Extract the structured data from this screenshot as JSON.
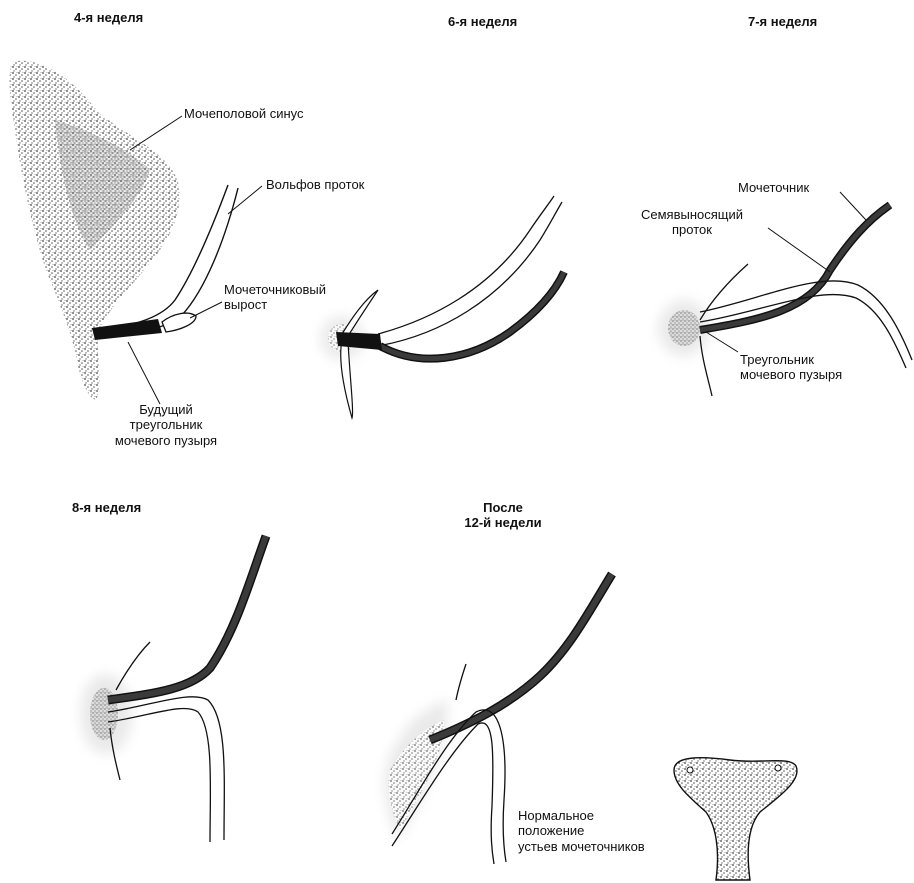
{
  "panels": {
    "week4": {
      "title": "4-я неделя",
      "labels": {
        "sinus": "Мочеполовой синус",
        "wolff": "Вольфов проток",
        "bud_line1": "Мочеточниковый",
        "bud_line2": "вырост",
        "trigone_line1": "Будущий",
        "trigone_line2": "треугольник",
        "trigone_line3": "мочевого пузыря"
      }
    },
    "week6": {
      "title": "6-я неделя"
    },
    "week7": {
      "title": "7-я неделя",
      "labels": {
        "ureter": "Мочеточник",
        "vas_line1": "Семявыносящий",
        "vas_line2": "проток",
        "trigone_line1": "Треугольник",
        "trigone_line2": "мочевого пузыря"
      }
    },
    "week8": {
      "title": "8-я неделя"
    },
    "week12": {
      "title_line1": "После",
      "title_line2": "12-й недели",
      "labels": {
        "normal_line1": "Нормальное",
        "normal_line2": "положение",
        "normal_line3": "устьев мочеточников"
      }
    }
  },
  "colors": {
    "ink": "#111111",
    "duct_fill": "#ffffff",
    "ureter_fill": "#3a3a3a",
    "stipple": "#555555"
  }
}
